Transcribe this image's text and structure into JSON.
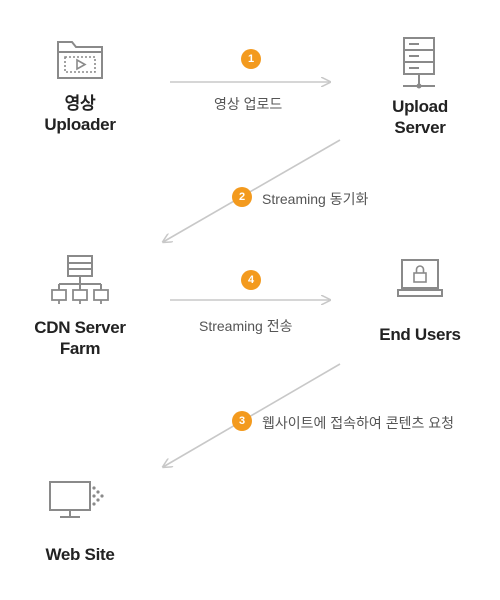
{
  "nodes": {
    "uploader": {
      "line1": "영상",
      "line2": "Uploader"
    },
    "upload_server": {
      "line1": "Upload",
      "line2": "Server"
    },
    "cdn": {
      "line1": "CDN Server",
      "line2": "Farm"
    },
    "end_users": {
      "line1": "End Users"
    },
    "web_site": {
      "line1": "Web Site"
    }
  },
  "steps": [
    {
      "number": "1",
      "label": "영상 업로드"
    },
    {
      "number": "2",
      "label": "Streaming 동기화"
    },
    {
      "number": "3",
      "label": "웹사이트에 접속하여 콘텐츠 요청"
    },
    {
      "number": "4",
      "label": "Streaming 전송"
    }
  ],
  "colors": {
    "badge": "#f39a1e",
    "arrow": "#c8c8c8",
    "icon": "#8a8a8a"
  }
}
